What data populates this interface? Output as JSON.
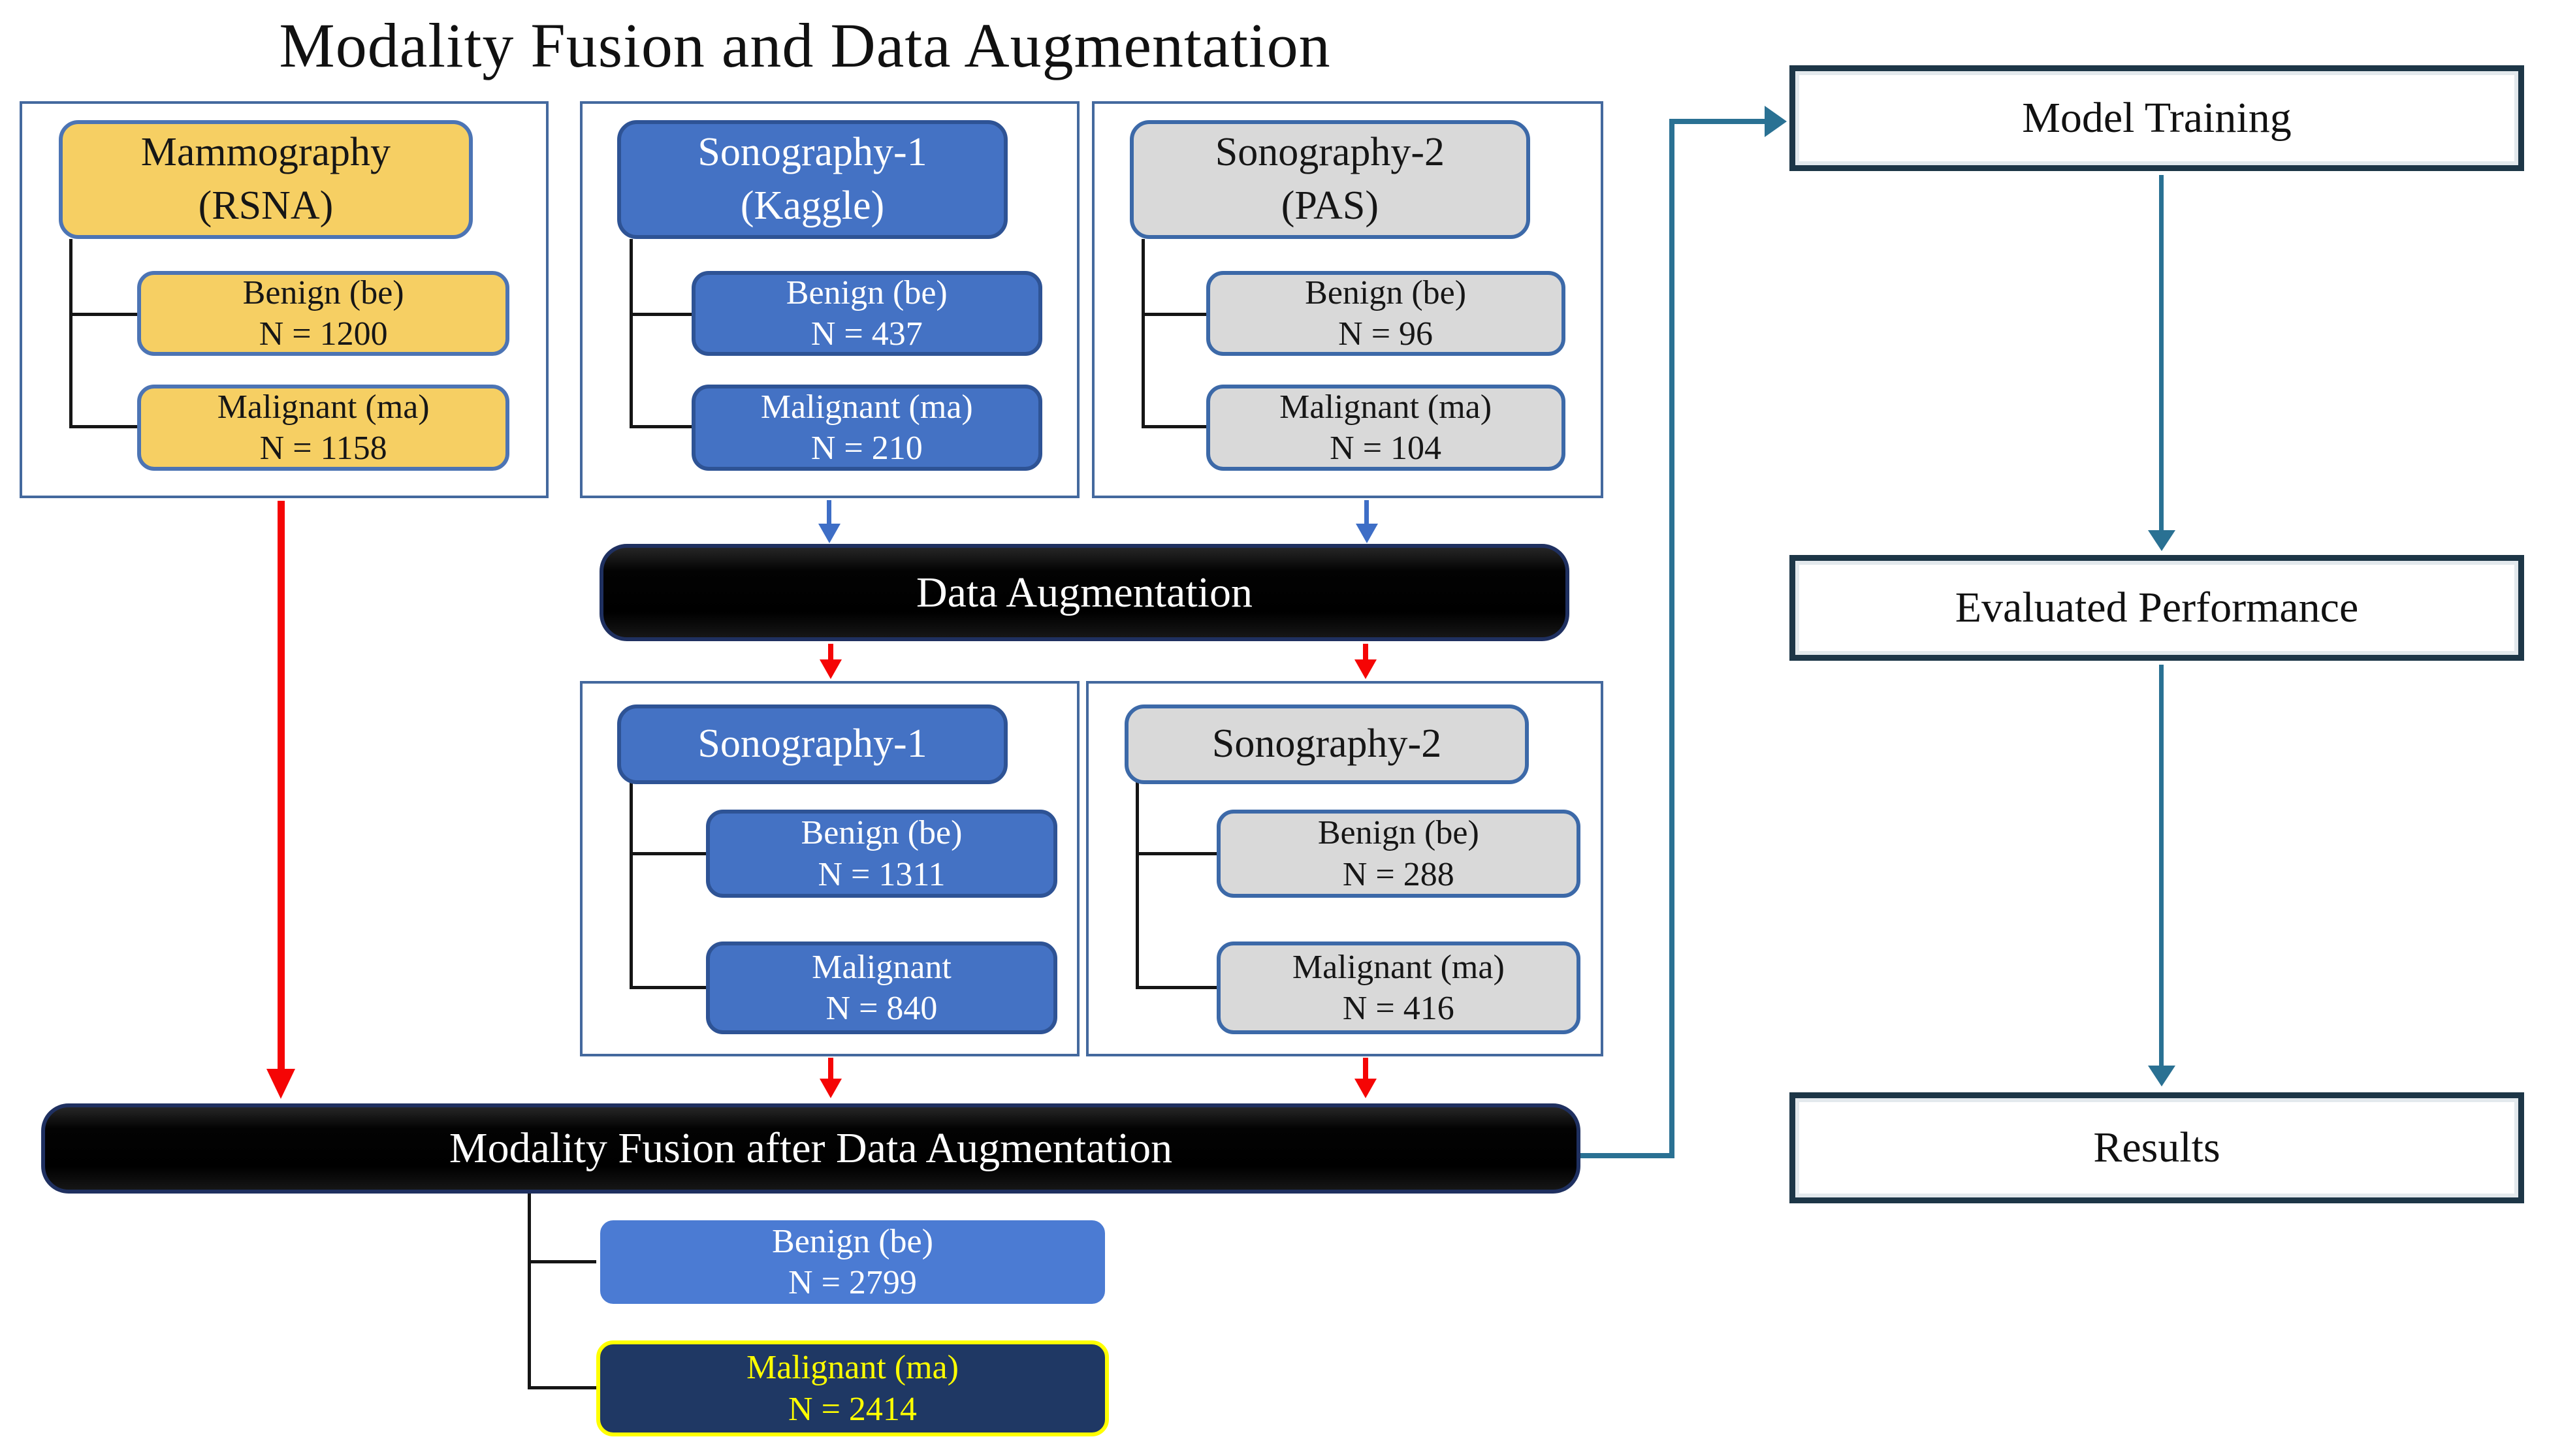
{
  "title": "Modality Fusion and Data Augmentation",
  "colors": {
    "dataset_yellow": "#F6CF63",
    "dataset_blue": "#4472C4",
    "dataset_gray": "#D9D9D9",
    "fused_benign_blue": "#4B7BD3",
    "fused_malignant_navy": "#1F3864",
    "malignant_text_yellow": "#FFFF00",
    "bar_black": "#0A0A0A",
    "arrow_red": "#F50505",
    "arrow_blue": "#3E6EC6",
    "arrow_teal": "#2A7193",
    "box_border_steel": "#4C74B4",
    "step_border_dark": "#1D3647"
  },
  "datasets": [
    {
      "title_line1": "Mammography",
      "title_line2": "(RSNA)",
      "benign_label": "Benign (be)",
      "benign_n": "N = 1200",
      "malignant_label": "Malignant (ma)",
      "malignant_n": "N = 1158"
    },
    {
      "title_line1": "Sonography-1",
      "title_line2": "(Kaggle)",
      "benign_label": "Benign (be)",
      "benign_n": "N = 437",
      "malignant_label": "Malignant (ma)",
      "malignant_n": "N = 210"
    },
    {
      "title_line1": "Sonography-2",
      "title_line2": "(PAS)",
      "benign_label": "Benign (be)",
      "benign_n": "N = 96",
      "malignant_label": "Malignant (ma)",
      "malignant_n": "N = 104"
    }
  ],
  "augmented": [
    {
      "title": "Sonography-1",
      "benign_label": "Benign (be)",
      "benign_n": "N = 1311",
      "malignant_label": "Malignant",
      "malignant_n": "N = 840"
    },
    {
      "title": "Sonography-2",
      "benign_label": "Benign (be)",
      "benign_n": "N = 288",
      "malignant_label": "Malignant (ma)",
      "malignant_n": "N = 416"
    }
  ],
  "bars": {
    "augmentation": "Data Augmentation",
    "fusion": "Modality Fusion after Data Augmentation"
  },
  "fused": {
    "benign_label": "Benign (be)",
    "benign_n": "N = 2799",
    "malignant_label": "Malignant (ma)",
    "malignant_n": "N = 2414"
  },
  "pipeline": [
    {
      "label": "Model Training"
    },
    {
      "label": "Evaluated Performance"
    },
    {
      "label": "Results"
    }
  ]
}
